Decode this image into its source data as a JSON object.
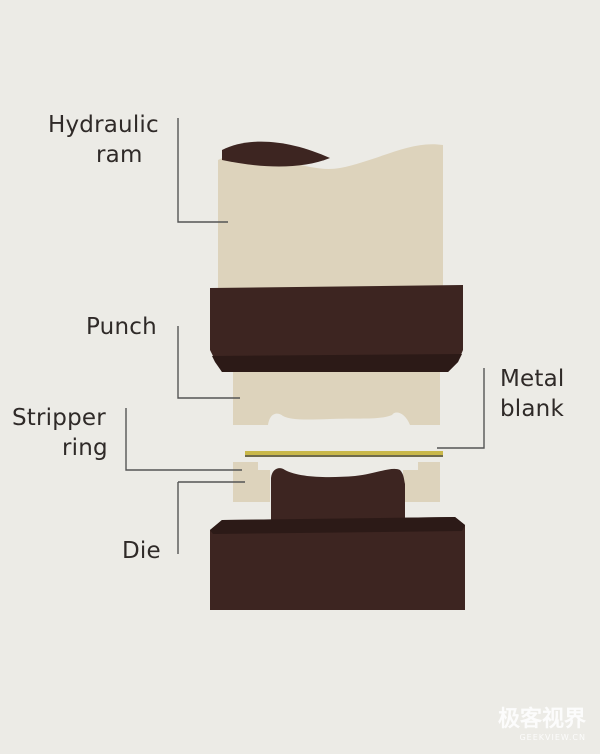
{
  "labels": {
    "hydraulic_ram": [
      "Hydraulic",
      "ram"
    ],
    "punch": [
      "Punch"
    ],
    "stripper_ring": [
      "Stripper",
      "ring"
    ],
    "metal_blank": [
      "Metal",
      "blank"
    ],
    "die": [
      "Die"
    ]
  },
  "watermark": {
    "main": "极客视界",
    "sub": "GEEKVIEW.CN"
  },
  "colors": {
    "background": "#ecebe6",
    "cream": "#ddd3bc",
    "dark_brown": "#3d2521",
    "dark_brown_shade": "#2c1a17",
    "metal_blank": "#c9b84a",
    "leader_line": "#555555",
    "text": "#2f2a28"
  }
}
